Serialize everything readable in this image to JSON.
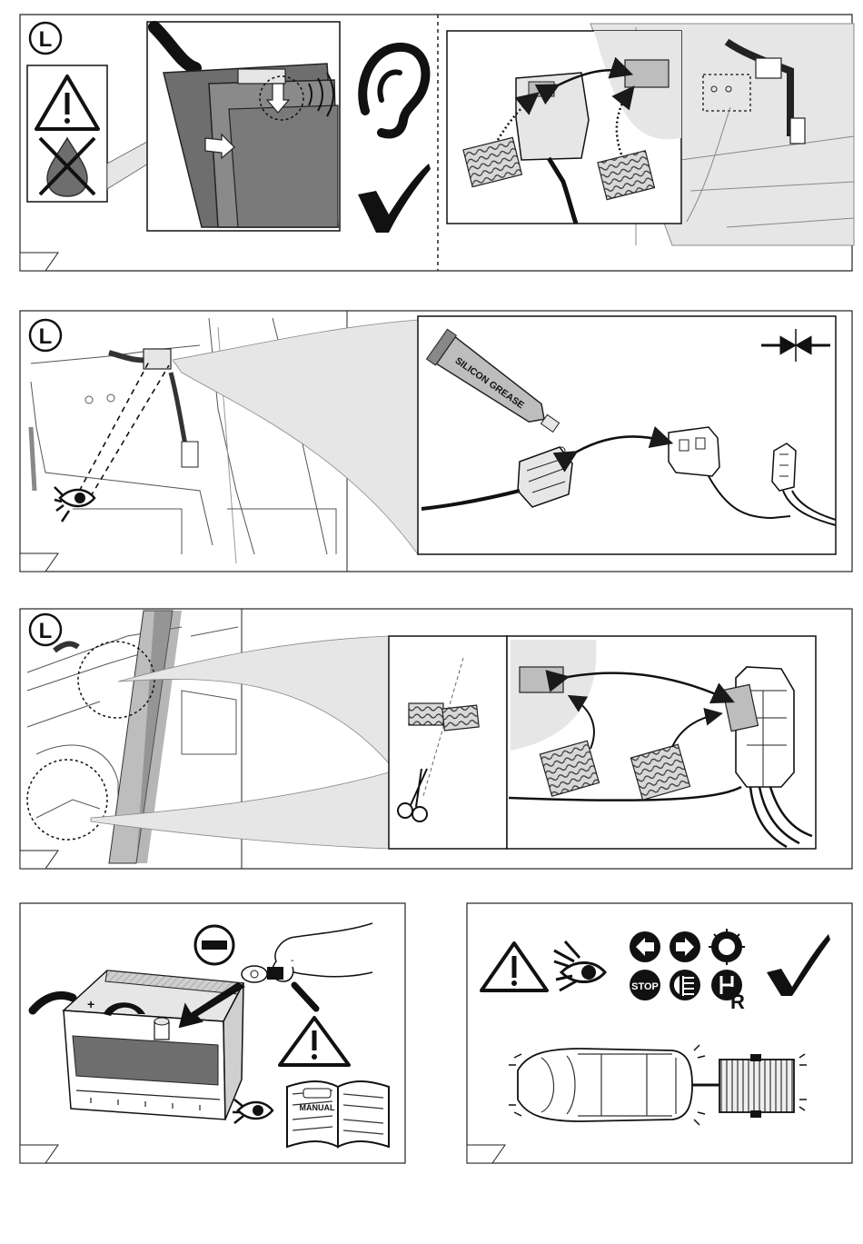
{
  "labels": {
    "side_marker": "L",
    "grease_tube": "SILICON GREASE",
    "stop_sign": "STOP",
    "manual_book": "MANUAL",
    "reverse_gear": "R",
    "battery_plus": "+",
    "terminal_mark": "-"
  },
  "colors": {
    "line": "#222222",
    "light_gray": "#e6e6e6",
    "mid_gray": "#bdbdbd",
    "dark_gray": "#6e6e6e",
    "fill_black": "#1a1a1a"
  },
  "steps": [
    {
      "id": "step-1",
      "content": "connector release, listen for click, check mark; connect plug to socket with adhesive pads"
    },
    {
      "id": "step-2",
      "content": "inspect connector, apply silicon grease, connect plugs; press together"
    },
    {
      "id": "step-3",
      "content": "locate mounting points, cut adhesive pads, attach module with pads"
    },
    {
      "id": "step-4",
      "content": "reconnect negative battery terminal, warning, consult manual"
    },
    {
      "id": "step-5",
      "content": "test lights: indicators, brake, fog, reverse; check mark; car and trailer"
    }
  ],
  "icons": [
    "warning-triangle-icon",
    "no-oil-icon",
    "ear-icon",
    "check-mark-icon",
    "eye-icon",
    "press-together-icon",
    "scissors-icon",
    "minus-terminal-icon",
    "manual-book-icon",
    "left-indicator-icon",
    "right-indicator-icon",
    "light-bulb-icon",
    "stop-icon",
    "fog-light-icon",
    "reverse-gear-icon",
    "car-icon",
    "trailer-icon"
  ]
}
